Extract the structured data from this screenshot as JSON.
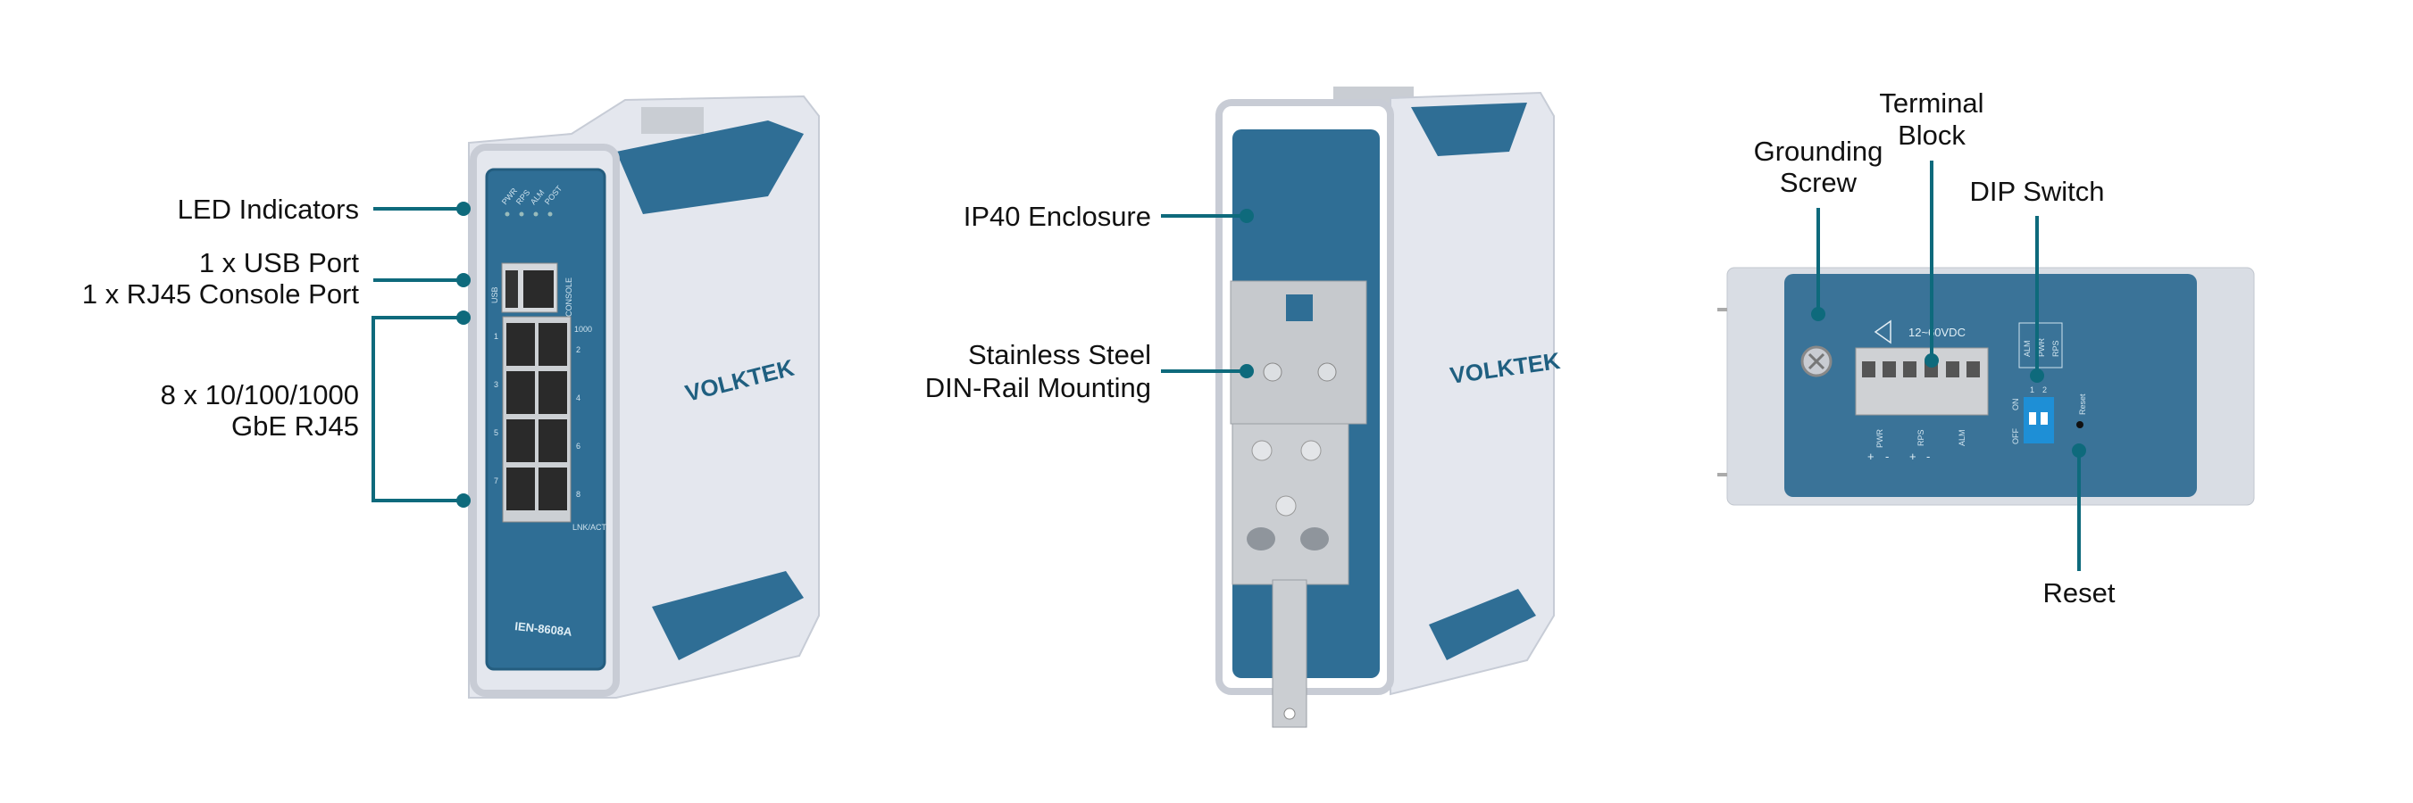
{
  "colors": {
    "leader": "#0e6a7c",
    "enclosure": "#2f6e95",
    "frame": "#dfe3ea"
  },
  "front_view": {
    "callouts": [
      {
        "lines": [
          "LED Indicators"
        ]
      },
      {
        "lines": [
          "1 x USB Port",
          "1 x RJ45 Console Port"
        ]
      },
      {
        "lines": [
          "8 x 10/100/1000",
          "GbE RJ45"
        ]
      }
    ],
    "device": {
      "leds": [
        "PWR",
        "RPS",
        "ALM",
        "POST"
      ],
      "usb": "USB",
      "console": "CONSOLE",
      "speed": "1000",
      "lnk": "LNK/ACT",
      "ports": [
        "1",
        "2",
        "3",
        "4",
        "5",
        "6",
        "7",
        "8"
      ],
      "brand": "VOLKTEK",
      "model": "IEN-8608A"
    }
  },
  "rear_view": {
    "callouts": [
      {
        "lines": [
          "IP40 Enclosure"
        ]
      },
      {
        "lines": [
          "Stainless Steel",
          "DIN-Rail Mounting"
        ]
      }
    ],
    "device": {
      "brand": "VOLKTEK"
    }
  },
  "top_view": {
    "callouts": [
      {
        "lines": [
          "Grounding",
          "Screw"
        ]
      },
      {
        "lines": [
          "Terminal",
          "Block"
        ]
      },
      {
        "lines": [
          "DIP Switch"
        ]
      },
      {
        "lines": [
          "Reset"
        ]
      }
    ],
    "device": {
      "voltage": "12~60VDC",
      "terminals": [
        "PWR",
        "RPS",
        "ALM"
      ],
      "polarity": [
        "+",
        "-",
        "+",
        "-"
      ],
      "dip_on": "ON",
      "dip_off": "OFF",
      "dip_nums": [
        "1",
        "2"
      ],
      "dip_table": [
        "ALM",
        "PWR",
        "RPS"
      ],
      "reset": "Reset"
    }
  }
}
